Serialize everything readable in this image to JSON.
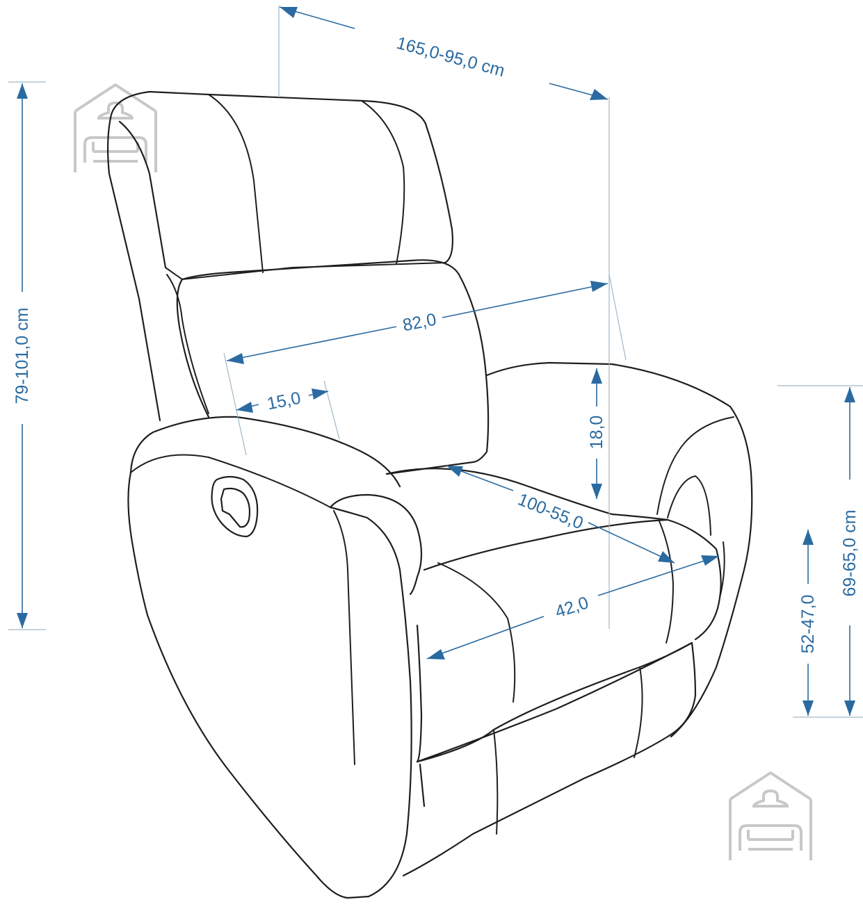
{
  "dimensions": {
    "depth": "165,0-95,0 cm",
    "height_total": "79-101,0 cm",
    "arm_height": "69-65,0 cm",
    "seat_height": "52-47,0",
    "width": "82,0",
    "armrest": "15,0",
    "backrest_cushion": "18,0",
    "seat_depth": "100-55,0",
    "seat_width": "42,0"
  },
  "colors": {
    "dimension": "#2a6aa0",
    "outline": "#1e1e1e",
    "extension": "#9fb8c8",
    "logo": "#c8c8c8"
  },
  "icons": [
    "house-sofa-logo-icon",
    "house-sofa-logo-icon"
  ]
}
